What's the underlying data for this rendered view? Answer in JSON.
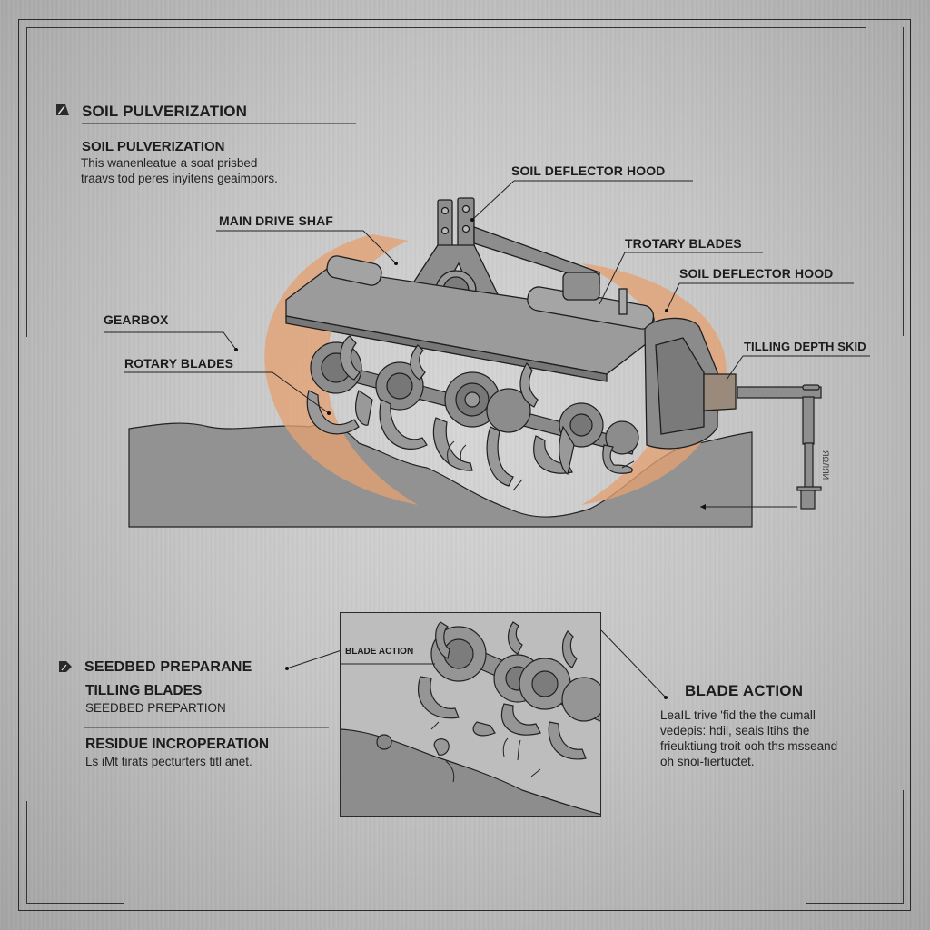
{
  "frame": {
    "background": "#c4c4c4",
    "line_color": "#2a2a2a",
    "accent_color": "#e0a070"
  },
  "top_section": {
    "heading": "SOIL PULVERIZATION",
    "subheading": "SOIL PULVERIZATION",
    "description_line1": "This wanenleatue a soat prisbed",
    "description_line2": "traavs tod peres inyitens geaimpors."
  },
  "callouts": {
    "soil_deflector_hood_top": "SOIL DEFLECTOR HOOD",
    "main_drive_shaft": "MAIN DRIVE SHAF",
    "trotary_blades": "TROTARY BLADES",
    "soil_deflector_hood_right": "SOIL DEFLECTOR HOOD",
    "gearbox": "GEARBOX",
    "rotary_blades": "ROTARY BLADES",
    "tilling_depth_skid": "TILLING DEPTH SKID",
    "skid_scale_mark": "ЯΩЛЯИ"
  },
  "bottom_left": {
    "heading": "SEEDBED PREPARANE",
    "tilling_title": "TILLING BLADES",
    "tilling_text": "SEEDBED PREPARTION",
    "residue_title": "RESIDUE INCROPERATION",
    "residue_text": "Ls iMt tirats pecturters titl anet."
  },
  "inset": {
    "label": "BLADE ACTION"
  },
  "bottom_right": {
    "heading": "BLADE ACTION",
    "line1": "LeaIL trive 'fid the the cumall",
    "line2": "vedepis: hdil, seais ltihs the",
    "line3": "frieuktiung troit ooh ths msseand",
    "line4": "oh snoi-fiertuctet."
  },
  "icons": {
    "section_bullet": "triangle-flag-icon"
  }
}
